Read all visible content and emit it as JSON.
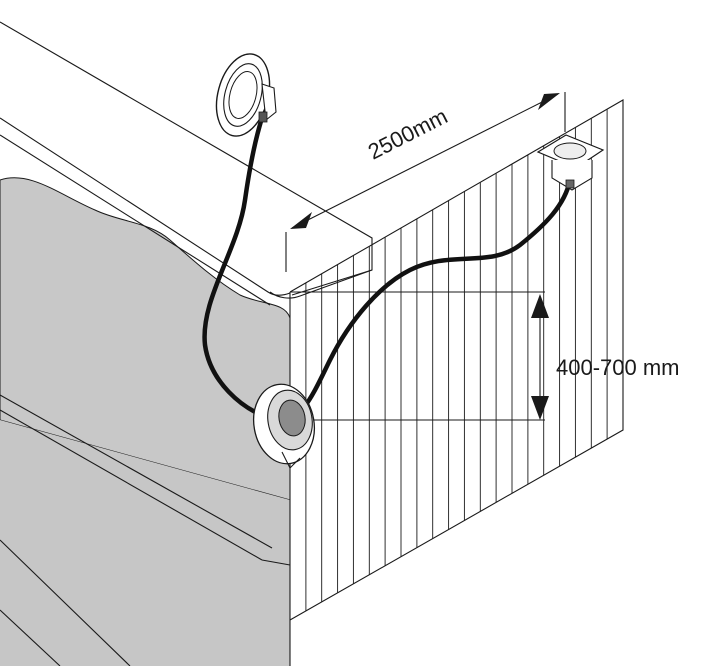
{
  "diagram": {
    "dimensions": {
      "horizontal_label": "2500mm",
      "vertical_label": "400-700 mm"
    },
    "colors": {
      "line": "#1a1a1a",
      "water": "#c8c8c8",
      "cable": "#111111",
      "background": "#ffffff"
    },
    "components": {
      "lamp": "pool-light-lamp",
      "niche": "wall-niche",
      "junction_box": "deck-junction-box",
      "cable": "armoured-cable"
    }
  }
}
